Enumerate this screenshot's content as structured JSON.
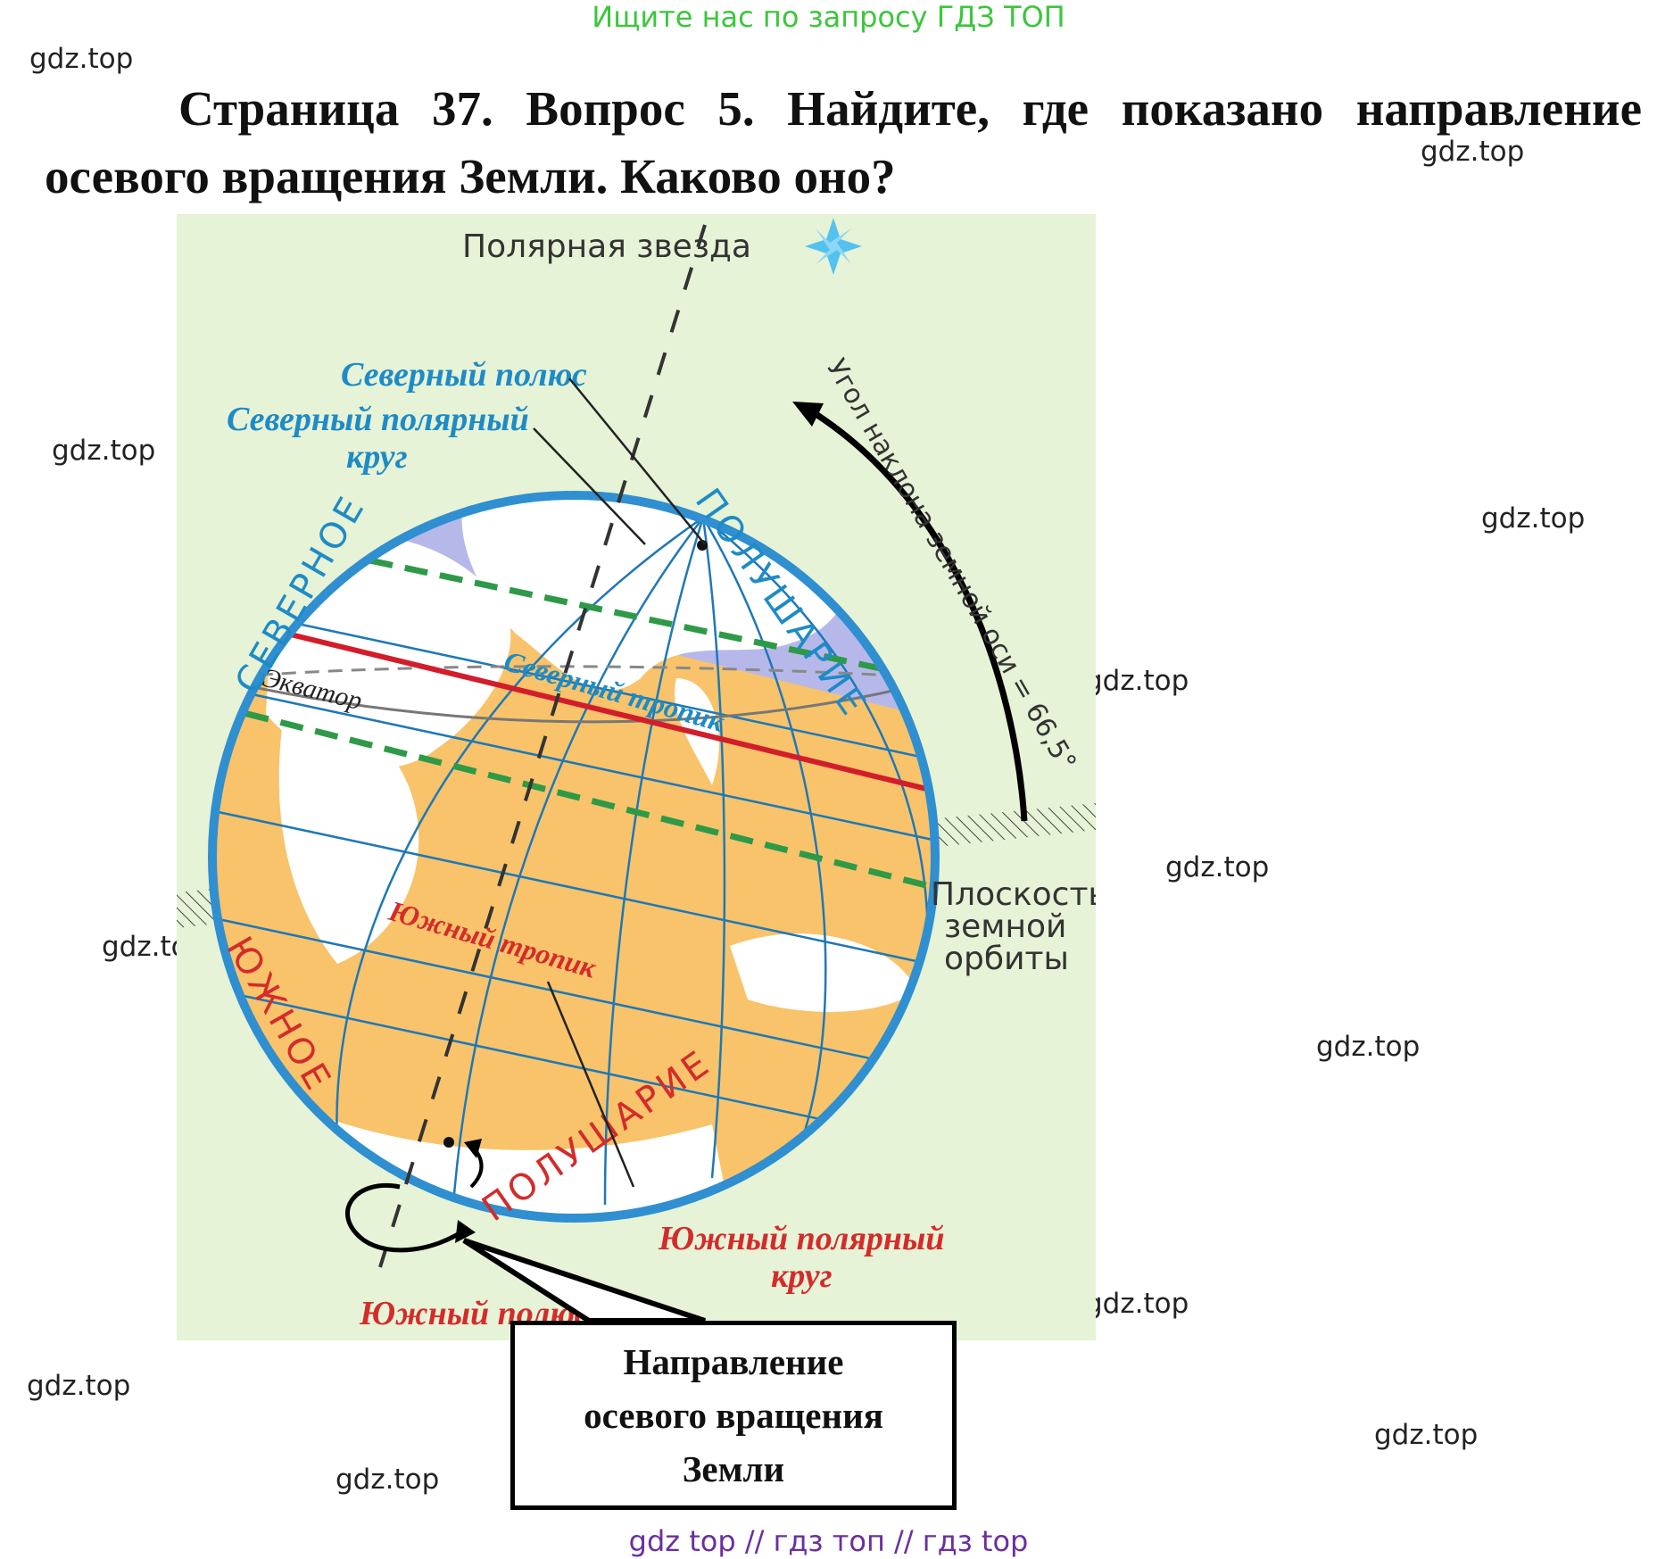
{
  "top_banner": "Ищите нас по запросу ГДЗ ТОП",
  "heading": "Страница 37. Вопрос 5. Найдите, где показано направление осевого вращения Земли. Каково оно?",
  "watermark": "gdz.top",
  "figure": {
    "polaris": "Полярная звезда",
    "north_pole": "Северный полюс",
    "arctic_circle_1": "Северный полярный",
    "arctic_circle_2": "круг",
    "northern_hemisphere_1": "СЕВЕРНОЕ",
    "northern_hemisphere_2": "ПОЛУШАРИЕ",
    "southern_hemisphere_1": "ЮЖНОЕ",
    "southern_hemisphere_2": "ПОЛУШАРИЕ",
    "tilt_angle": "Угол наклона земной оси = 66,5°",
    "equator": "Экватор",
    "tropic_north": "Северный тропик",
    "tropic_south": "Южный тропик",
    "orbit_plane_1": "Плоскость",
    "orbit_plane_2": "земной",
    "orbit_plane_3": "орбиты",
    "antarctic_circle_1": "Южный полярный",
    "antarctic_circle_2": "круг",
    "south_pole": "Южный полюс"
  },
  "callout": {
    "line1": "Направление",
    "line2": "осевого вращения",
    "line3": "Земли"
  },
  "footer": "gdz top  //  гдз топ  //  гдз top",
  "colors": {
    "figure_bg": "#e6f3d6",
    "ocean_north": "#b7b8ea",
    "ocean_south": "#f8c36a",
    "equator": "#d21d2b",
    "tropic": "#2e9a48",
    "globe_rim": "#2f8fd0"
  }
}
